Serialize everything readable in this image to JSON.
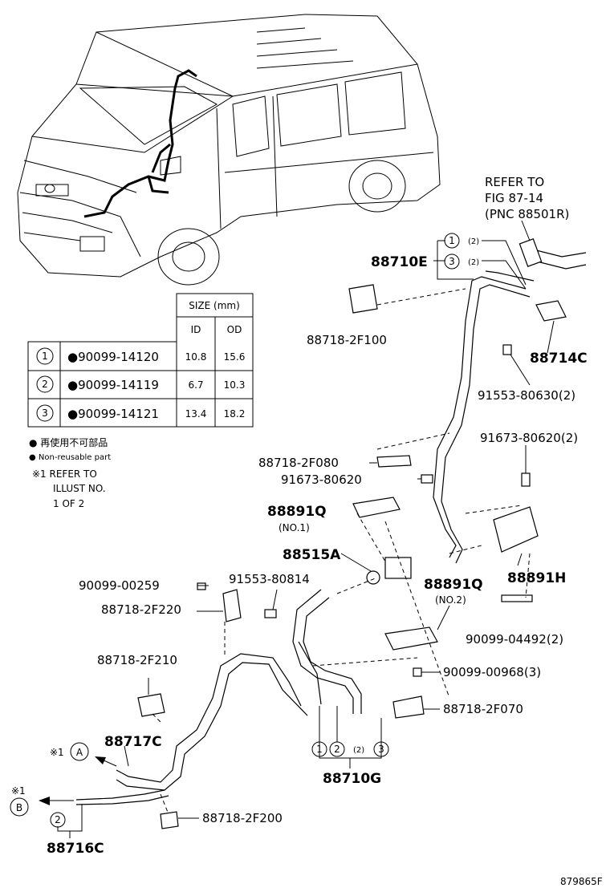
{
  "refer_note": {
    "line1": "REFER TO",
    "line2": "FIG 87-14",
    "line3": "(PNC 88501R)"
  },
  "parts": {
    "p88710E": "88710E",
    "p88718_2F100": "88718-2F100",
    "p88714C": "88714C",
    "p91553_80630": "91553-80630(2)",
    "p91673_80620_2": "91673-80620(2)",
    "p88718_2F080": "88718-2F080",
    "p91673_80620": "91673-80620",
    "p88891Q_1": "88891Q",
    "p88891Q_1_sub": "(NO.1)",
    "p88515A": "88515A",
    "p88891H": "88891H",
    "p90099_00259": "90099-00259",
    "p91553_80814": "91553-80814",
    "p88718_2F220": "88718-2F220",
    "p88891Q_2": "88891Q",
    "p88891Q_2_sub": "(NO.2)",
    "p90099_04492": "90099-04492(2)",
    "p88718_2F210": "88718-2F210",
    "p90099_00968": "90099-00968(3)",
    "p88717C": "88717C",
    "p88718_2F070": "88718-2F070",
    "p88710G": "88710G",
    "p88718_2F200": "88718-2F200",
    "p88716C": "88716C"
  },
  "callouts": {
    "c1": "1",
    "c2": "2",
    "c3": "3",
    "qty2": "(2)",
    "qty2b": "(2)",
    "qty2c": "(2)",
    "A": "A",
    "B": "B",
    "refmark": "※1",
    "refmark2": "※1"
  },
  "table": {
    "size_header": "SIZE (mm)",
    "id_header": "ID",
    "od_header": "OD",
    "rows": [
      {
        "no": "1",
        "part": "●90099-14120",
        "id": "10.8",
        "od": "15.6"
      },
      {
        "no": "2",
        "part": "●90099-14119",
        "id": "6.7",
        "od": "10.3"
      },
      {
        "no": "3",
        "part": "●90099-14121",
        "id": "13.4",
        "od": "18.2"
      }
    ]
  },
  "notes": {
    "line1": "● 再使用不可部品",
    "line2": "● Non-reusable part",
    "line3": "※1 REFER TO",
    "line4": "ILLUST NO.",
    "line5": "1 OF 2"
  },
  "footer_code": "879865F"
}
